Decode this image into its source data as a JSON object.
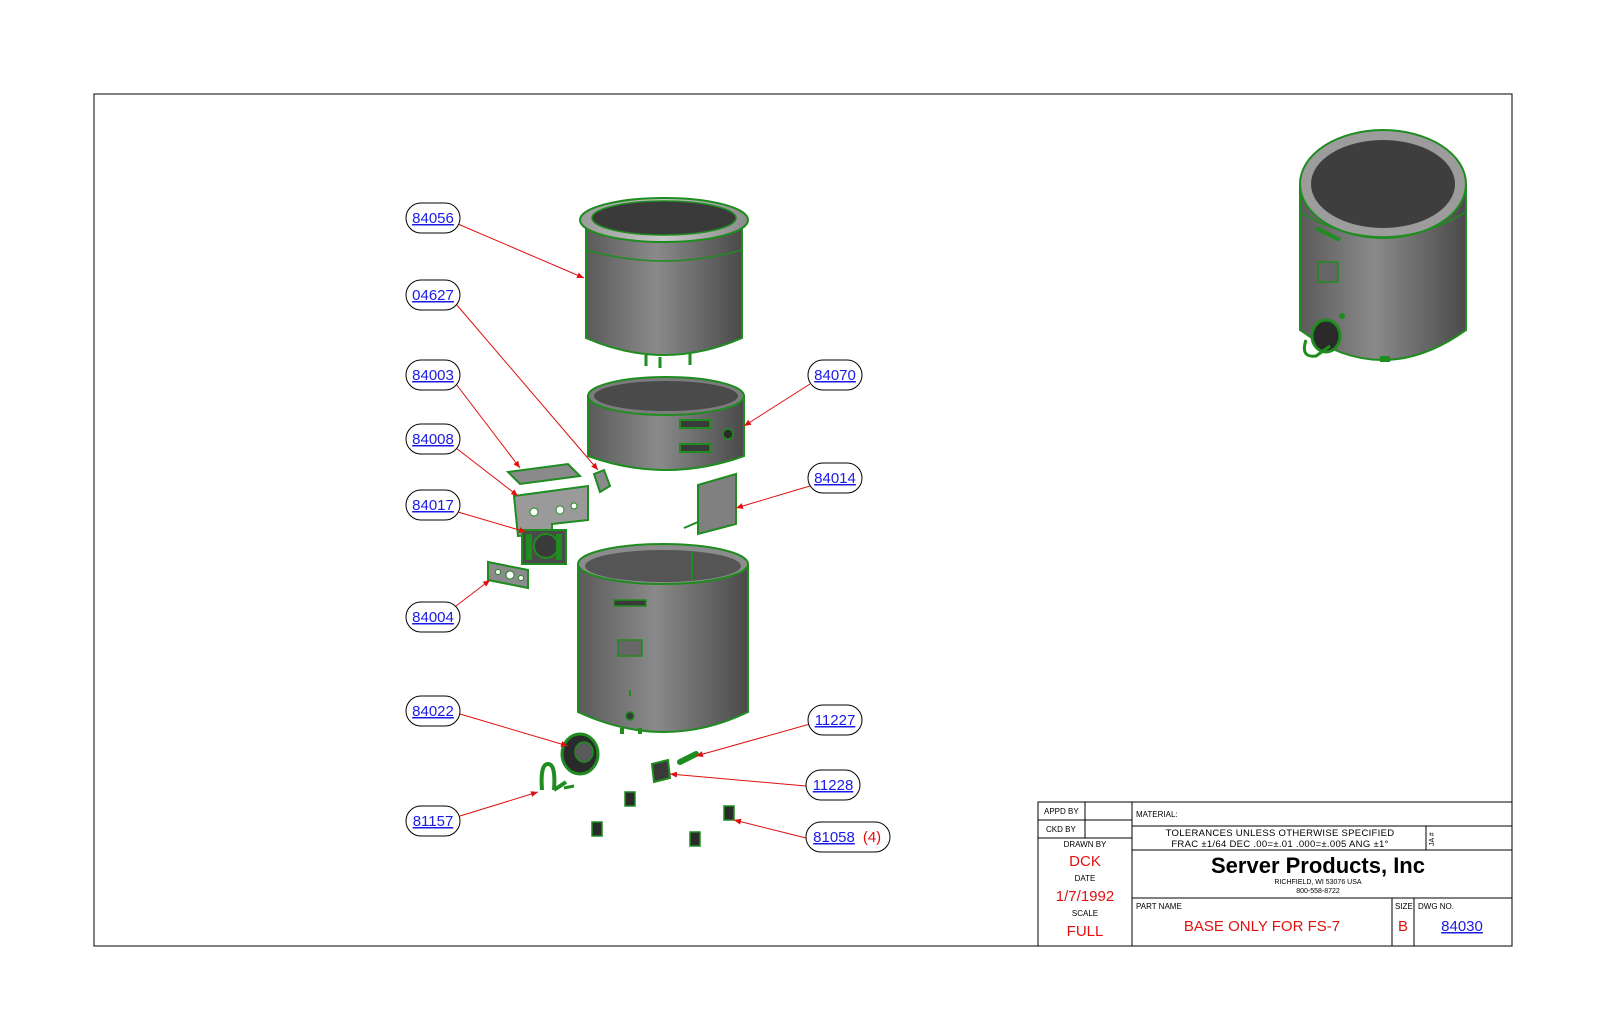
{
  "callouts": [
    {
      "id": "c1",
      "label": "84056",
      "qty": ""
    },
    {
      "id": "c2",
      "label": "04627",
      "qty": ""
    },
    {
      "id": "c3",
      "label": "84003",
      "qty": ""
    },
    {
      "id": "c4",
      "label": "84008",
      "qty": ""
    },
    {
      "id": "c5",
      "label": "84017",
      "qty": ""
    },
    {
      "id": "c6",
      "label": "84004",
      "qty": ""
    },
    {
      "id": "c7",
      "label": "84022",
      "qty": ""
    },
    {
      "id": "c8",
      "label": "81157",
      "qty": ""
    },
    {
      "id": "c9",
      "label": "84070",
      "qty": ""
    },
    {
      "id": "c10",
      "label": "84014",
      "qty": ""
    },
    {
      "id": "c11",
      "label": "11227",
      "qty": ""
    },
    {
      "id": "c12",
      "label": "11228",
      "qty": ""
    },
    {
      "id": "c13",
      "label": "81058",
      "qty": "(4)"
    }
  ],
  "title_block": {
    "appd_by_label": "APPD BY",
    "ckd_by_label": "CKD BY",
    "drawn_by_label": "DRAWN BY",
    "drawn_by": "DCK",
    "date_label": "DATE",
    "date": "1/7/1992",
    "scale_label": "SCALE",
    "scale": "FULL",
    "material_label": "MATERIAL:",
    "tolerances_line1": "TOLERANCES UNLESS OTHERWISE SPECIFIED",
    "tolerances_line2": "FRAC ±1/64 DEC .00=±.01 .000=±.005 ANG ±1°",
    "rev_label": "JA #",
    "company": "Server Products, Inc",
    "address": "RICHFIELD, WI 53076 USA",
    "phone": "800-558-8722",
    "part_name_label": "PART NAME",
    "part_name": "BASE ONLY FOR FS-7",
    "size_label": "SIZE",
    "size": "B",
    "dwg_no_label": "DWG NO.",
    "dwg_no": "84030"
  },
  "colors": {
    "callout_text": "#1a1ae6",
    "leader_arrow": "#e01010",
    "part_outline": "#1e8c1e",
    "part_fill": "#6e6e6e",
    "title_red": "#e01010"
  }
}
